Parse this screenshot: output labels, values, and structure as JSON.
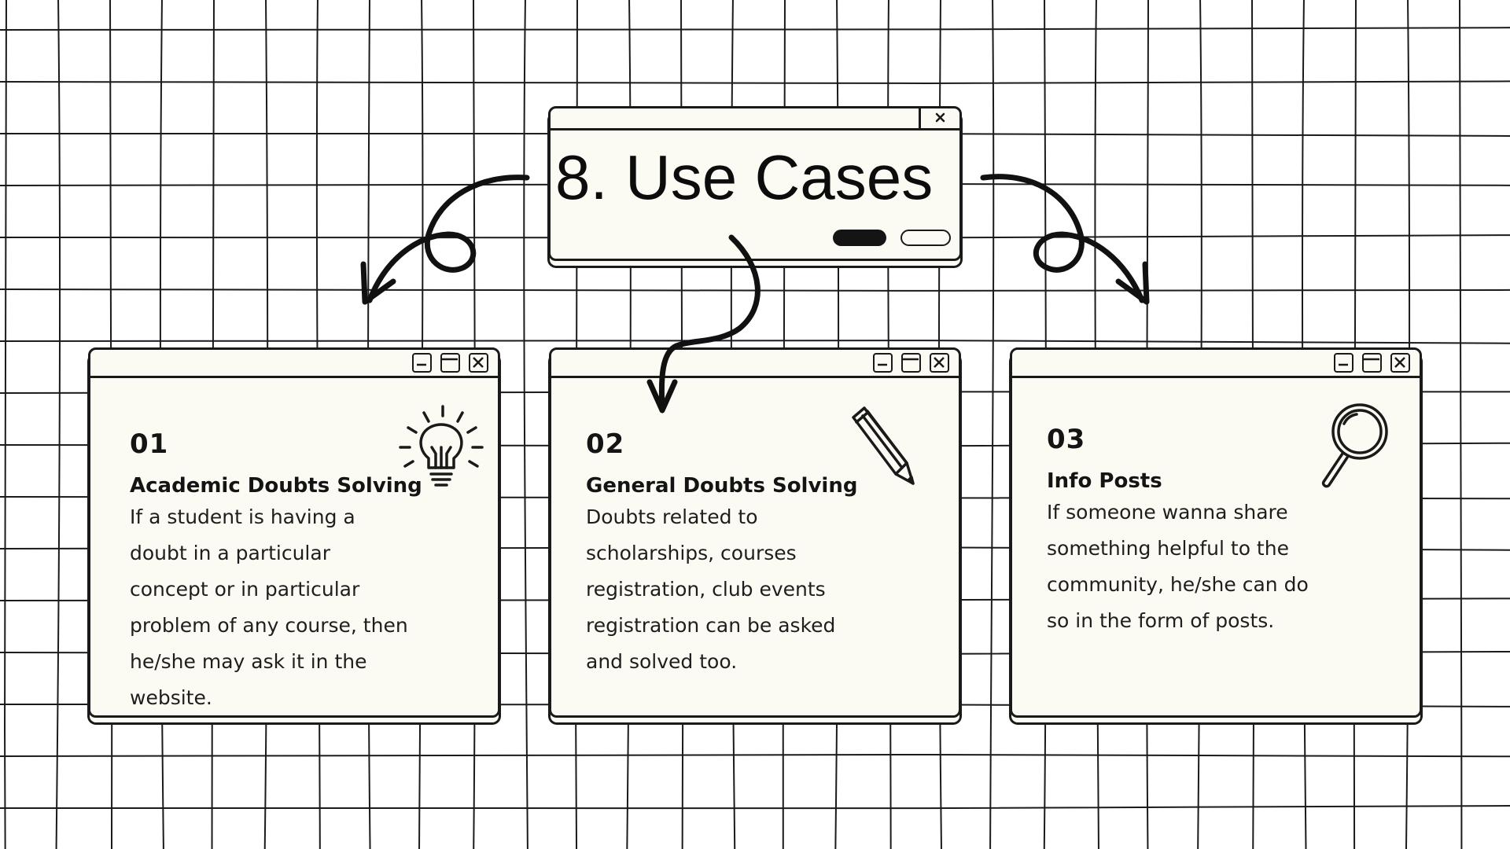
{
  "slide": {
    "title": "8. Use Cases"
  },
  "cards": [
    {
      "number": "01",
      "title": "Academic Doubts Solving",
      "body": " If a student is having a\ndoubt in a particular\nconcept or in particular\nproblem of any course, then\nhe/she may ask it in the\nwebsite.",
      "icon": "lightbulb-icon"
    },
    {
      "number": "02",
      "title": "General Doubts Solving",
      "body": "Doubts related to\nscholarships, courses\nregistration, club events\nregistration can be asked\nand solved too.",
      "icon": "pencil-icon"
    },
    {
      "number": "03",
      "title": "Info Posts",
      "body": "If someone wanna share\nsomething helpful to the\ncommunity, he/she can do\nso in the form of posts.",
      "icon": "magnifier-icon"
    }
  ],
  "colors": {
    "background": "#ffffff",
    "grid_line": "#1a1a1a",
    "window_fill": "#fcfbf3",
    "ink": "#141414"
  }
}
